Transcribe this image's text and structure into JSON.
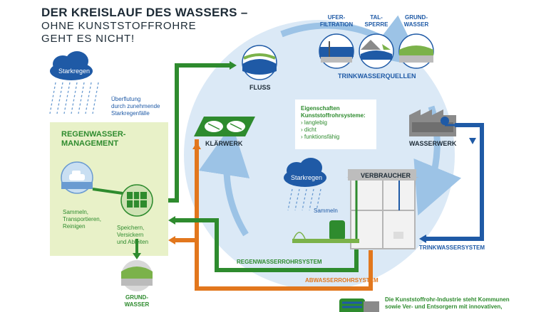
{
  "title": {
    "line1": "DER KREISLAUF DES WASSERS –",
    "line2": "OHNE KUNSTSTOFFROHRE",
    "line3": "GEHT ES NICHT!"
  },
  "weather_left": {
    "cloud_label": "Starkregen",
    "flood_line1": "Überflutung",
    "flood_line2": "durch zunehmende",
    "flood_line3": "Starkregenfälle"
  },
  "rainwater_management": {
    "title_line1": "REGENWASSER-",
    "title_line2": "MANAGEMENT",
    "step1_line1": "Sammeln,",
    "step1_line2": "Transportieren,",
    "step1_line3": "Reinigen",
    "step2_line1": "Speichern,",
    "step2_line2": "Versickern",
    "step2_line3": "und Ableiten"
  },
  "groundwater_bottom": {
    "line1": "GRUND-",
    "line2": "WASSER"
  },
  "nodes": {
    "fluss": "FLUSS",
    "klaerwerk": "KLÄRWERK",
    "wasserwerk": "WASSERWERK",
    "verbraucher": "VERBRAUCHER",
    "trinkwasserquellen": "TRINKWASSERQUELLEN"
  },
  "sources": {
    "uferfiltration_line1": "UFER-",
    "uferfiltration_line2": "FILTRATION",
    "talsperre_line1": "TAL-",
    "talsperre_line2": "SPERRE",
    "grundwasser_line1": "GRUND-",
    "grundwasser_line2": "WASSER"
  },
  "properties": {
    "heading_line1": "Eigenschaften",
    "heading_line2": "Kunststoffrohrsysteme:",
    "items": [
      "› langlebig",
      "› dicht",
      "› funktionsfähig"
    ]
  },
  "house_area": {
    "cloud_label": "Starkregen",
    "collect_label": "Sammeln"
  },
  "pipes": {
    "trinkwasser": "TRINKWASSERSYSTEM",
    "regenwasser": "REGENWASSERROHRSYSTEM",
    "abwasser": "ABWASSERROHRSYSTEM"
  },
  "footer": {
    "line1": "Die Kunststoffrohr-Industrie steht Kommunen",
    "line2": "sowie Ver- und Entsorgern mit innovativen,"
  },
  "colors": {
    "dark_blue": "#1f5aa6",
    "green": "#2e8b2e",
    "orange": "#e2771d",
    "light_circle": "#dbe9f6",
    "light_green_box": "#e8f1c8",
    "arrow_blue": "#9cc3e6"
  }
}
